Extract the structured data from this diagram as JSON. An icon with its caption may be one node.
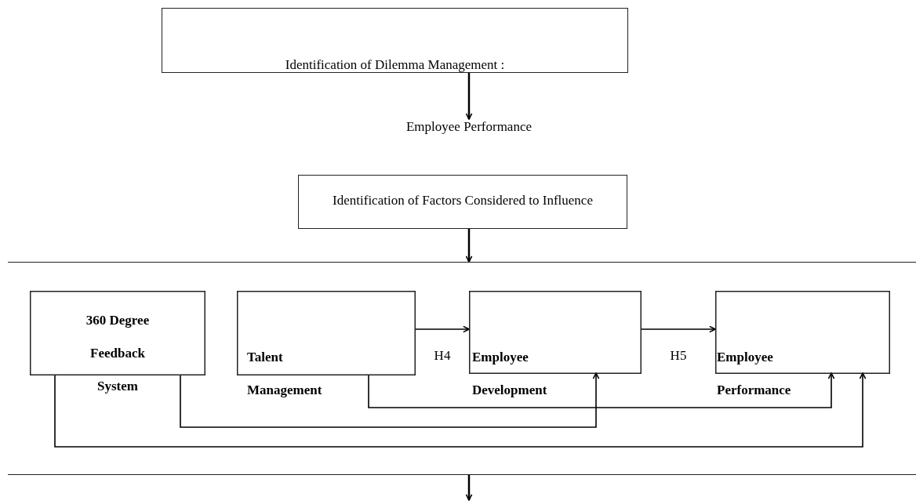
{
  "diagram": {
    "nodes": [
      {
        "text": [
          "Identification of Dilemma Management :"
        ]
      },
      {
        "text": [
          "Employee Performance"
        ]
      },
      {
        "text": [
          "Identification of Factors Considered to Influence"
        ]
      },
      {
        "text": [],
        "shape": "band"
      },
      {
        "text": [
          "360 Degree Feedback System"
        ],
        "in": 3
      },
      {
        "text": [
          "Talent Management"
        ],
        "in": 3
      },
      {
        "text": [
          "Employee Development"
        ],
        "in": 3
      },
      {
        "text": [
          "Employee Performance"
        ],
        "in": 3
      }
    ],
    "edges": [
      {
        "from": 0,
        "to": 1,
        "arrow": "to"
      },
      {
        "from": 2,
        "to": 3,
        "arrow": "to"
      },
      {
        "from": 3,
        "to": null,
        "arrow": "to"
      },
      {
        "from": 5,
        "to": 6,
        "arrow": "to",
        "label": "H4"
      },
      {
        "from": 6,
        "to": 7,
        "arrow": "to",
        "label": "H5"
      },
      {
        "from": 5,
        "to": 7,
        "arrow": "to"
      },
      {
        "from": 4,
        "to": 6,
        "arrow": "to"
      },
      {
        "from": 4,
        "to": 7,
        "arrow": "to"
      }
    ]
  }
}
